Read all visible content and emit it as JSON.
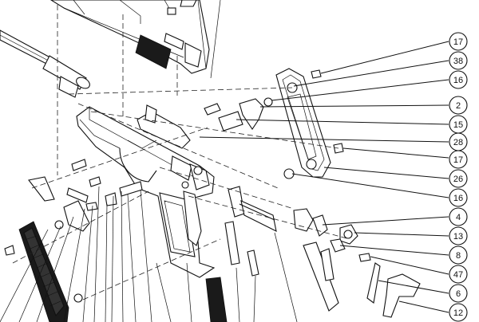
{
  "diagram": {
    "callouts": [
      {
        "id": "c17a",
        "label": "17"
      },
      {
        "id": "c38",
        "label": "38"
      },
      {
        "id": "c16a",
        "label": "16"
      },
      {
        "id": "c2",
        "label": "2"
      },
      {
        "id": "c15",
        "label": "15"
      },
      {
        "id": "c28",
        "label": "28"
      },
      {
        "id": "c17b",
        "label": "17"
      },
      {
        "id": "c26",
        "label": "26"
      },
      {
        "id": "c16b",
        "label": "16"
      },
      {
        "id": "c4",
        "label": "4"
      },
      {
        "id": "c13",
        "label": "13"
      },
      {
        "id": "c8",
        "label": "8"
      },
      {
        "id": "c47",
        "label": "47"
      },
      {
        "id": "c6",
        "label": "6"
      },
      {
        "id": "c12",
        "label": "12"
      }
    ]
  }
}
